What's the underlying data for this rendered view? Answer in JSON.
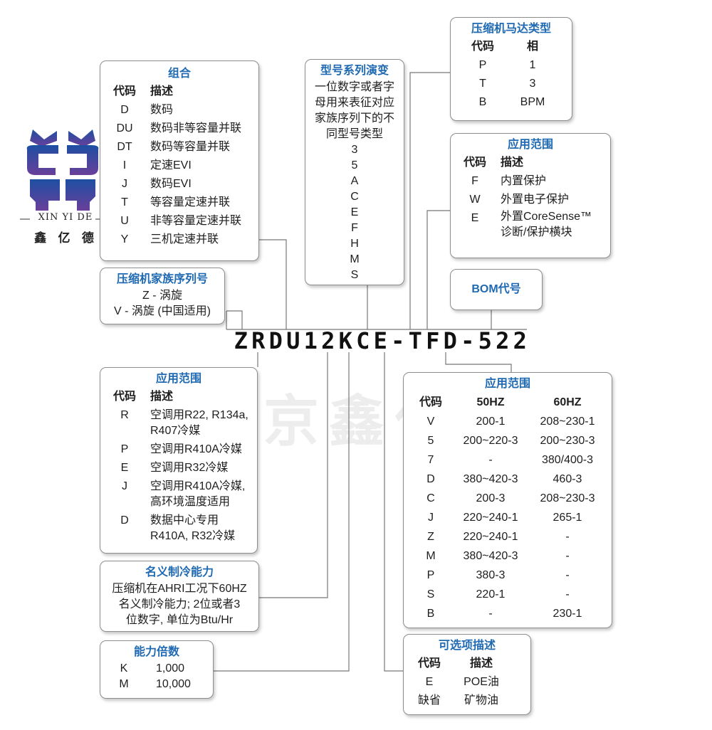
{
  "logo": {
    "en": "XIN YI DE",
    "cn": [
      "鑫",
      "亿",
      "德"
    ]
  },
  "watermark": "北京鑫亿德",
  "model_chars": [
    "Z",
    "R",
    "D",
    "U",
    "1",
    "2",
    "K",
    "C",
    "E",
    "-",
    "T",
    "F",
    "D",
    "-",
    "5",
    "2",
    "2"
  ],
  "combo": {
    "title": "组合",
    "h1": "代码",
    "h2": "描述",
    "rows": [
      {
        "code": "D",
        "desc": "数码"
      },
      {
        "code": "DU",
        "desc": "数码非等容量并联"
      },
      {
        "code": "DT",
        "desc": "数码等容量并联"
      },
      {
        "code": "I",
        "desc": "定速EVI"
      },
      {
        "code": "J",
        "desc": "数码EVI"
      },
      {
        "code": "T",
        "desc": "等容量定速并联"
      },
      {
        "code": "U",
        "desc": "非等容量定速并联"
      },
      {
        "code": "Y",
        "desc": "三机定速并联"
      }
    ]
  },
  "family": {
    "title": "压缩机家族序列号",
    "lines": [
      "Z - 涡旋",
      "V - 涡旋 (中国适用)"
    ]
  },
  "series": {
    "title": "型号系列演变",
    "desc": [
      "一位数字或者字",
      "母用来表征对应",
      "家族序列下的不",
      "同型号类型"
    ],
    "codes": [
      "3",
      "5",
      "A",
      "C",
      "E",
      "F",
      "H",
      "M",
      "S"
    ]
  },
  "motor": {
    "title": "压缩机马达类型",
    "h1": "代码",
    "h2": "相",
    "rows": [
      {
        "code": "P",
        "val": "1"
      },
      {
        "code": "T",
        "val": "3"
      },
      {
        "code": "B",
        "val": "BPM"
      }
    ]
  },
  "protect": {
    "title": "应用范围",
    "h1": "代码",
    "h2": "描述",
    "rows": [
      {
        "code": "F",
        "desc": "内置保护"
      },
      {
        "code": "W",
        "desc": "外置电子保护"
      },
      {
        "code": "E",
        "desc": "外置CoreSense™",
        "desc2": "诊断/保护横块"
      }
    ]
  },
  "bom": {
    "title": "BOM代号"
  },
  "refrigerant": {
    "title": "应用范围",
    "h1": "代码",
    "h2": "描述",
    "rows": [
      {
        "code": "R",
        "desc": "空调用R22, R134a,",
        "desc2": "R407冷媒"
      },
      {
        "code": "P",
        "desc": "空调用R410A冷媒"
      },
      {
        "code": "E",
        "desc": "空调用R32冷媒"
      },
      {
        "code": "J",
        "desc": "空调用R410A冷媒,",
        "desc2": "高环境温度适用"
      },
      {
        "code": "D",
        "desc": "数据中心专用",
        "desc2": "R410A, R32冷媒"
      }
    ]
  },
  "capacity": {
    "title": "名义制冷能力",
    "lines": [
      "压缩机在AHRI工况下60HZ",
      "名义制冷能力; 2位或者3",
      "位数字, 单位为Btu/Hr"
    ]
  },
  "multiplier": {
    "title": "能力倍数",
    "rows": [
      {
        "code": "K",
        "val": "1,000"
      },
      {
        "code": "M",
        "val": "10,000"
      }
    ]
  },
  "voltage": {
    "title": "应用范围",
    "h1": "代码",
    "h2": "50HZ",
    "h3": "60HZ",
    "rows": [
      {
        "code": "V",
        "a": "200-1",
        "b": "208~230-1"
      },
      {
        "code": "5",
        "a": "200~220-3",
        "b": "200~230-3"
      },
      {
        "code": "7",
        "a": "-",
        "b": "380/400-3"
      },
      {
        "code": "D",
        "a": "380~420-3",
        "b": "460-3"
      },
      {
        "code": "C",
        "a": "200-3",
        "b": "208~230-3"
      },
      {
        "code": "J",
        "a": "220~240-1",
        "b": "265-1"
      },
      {
        "code": "Z",
        "a": "220~240-1",
        "b": "-"
      },
      {
        "code": "M",
        "a": "380~420-3",
        "b": "-"
      },
      {
        "code": "P",
        "a": "380-3",
        "b": "-"
      },
      {
        "code": "S",
        "a": "220-1",
        "b": "-"
      },
      {
        "code": "B",
        "a": "-",
        "b": "230-1"
      }
    ]
  },
  "oil": {
    "title": "可选项描述",
    "h1": "代码",
    "h2": "描述",
    "rows": [
      {
        "code": "E",
        "desc": "POE油"
      },
      {
        "code": "缺省",
        "desc": "矿物油"
      }
    ]
  },
  "colors": {
    "title": "#1f6ab2",
    "border": "#8e8e8e",
    "line": "#777777",
    "logo_blue": "#1d4fa3",
    "logo_purple": "#6a3f9a"
  }
}
